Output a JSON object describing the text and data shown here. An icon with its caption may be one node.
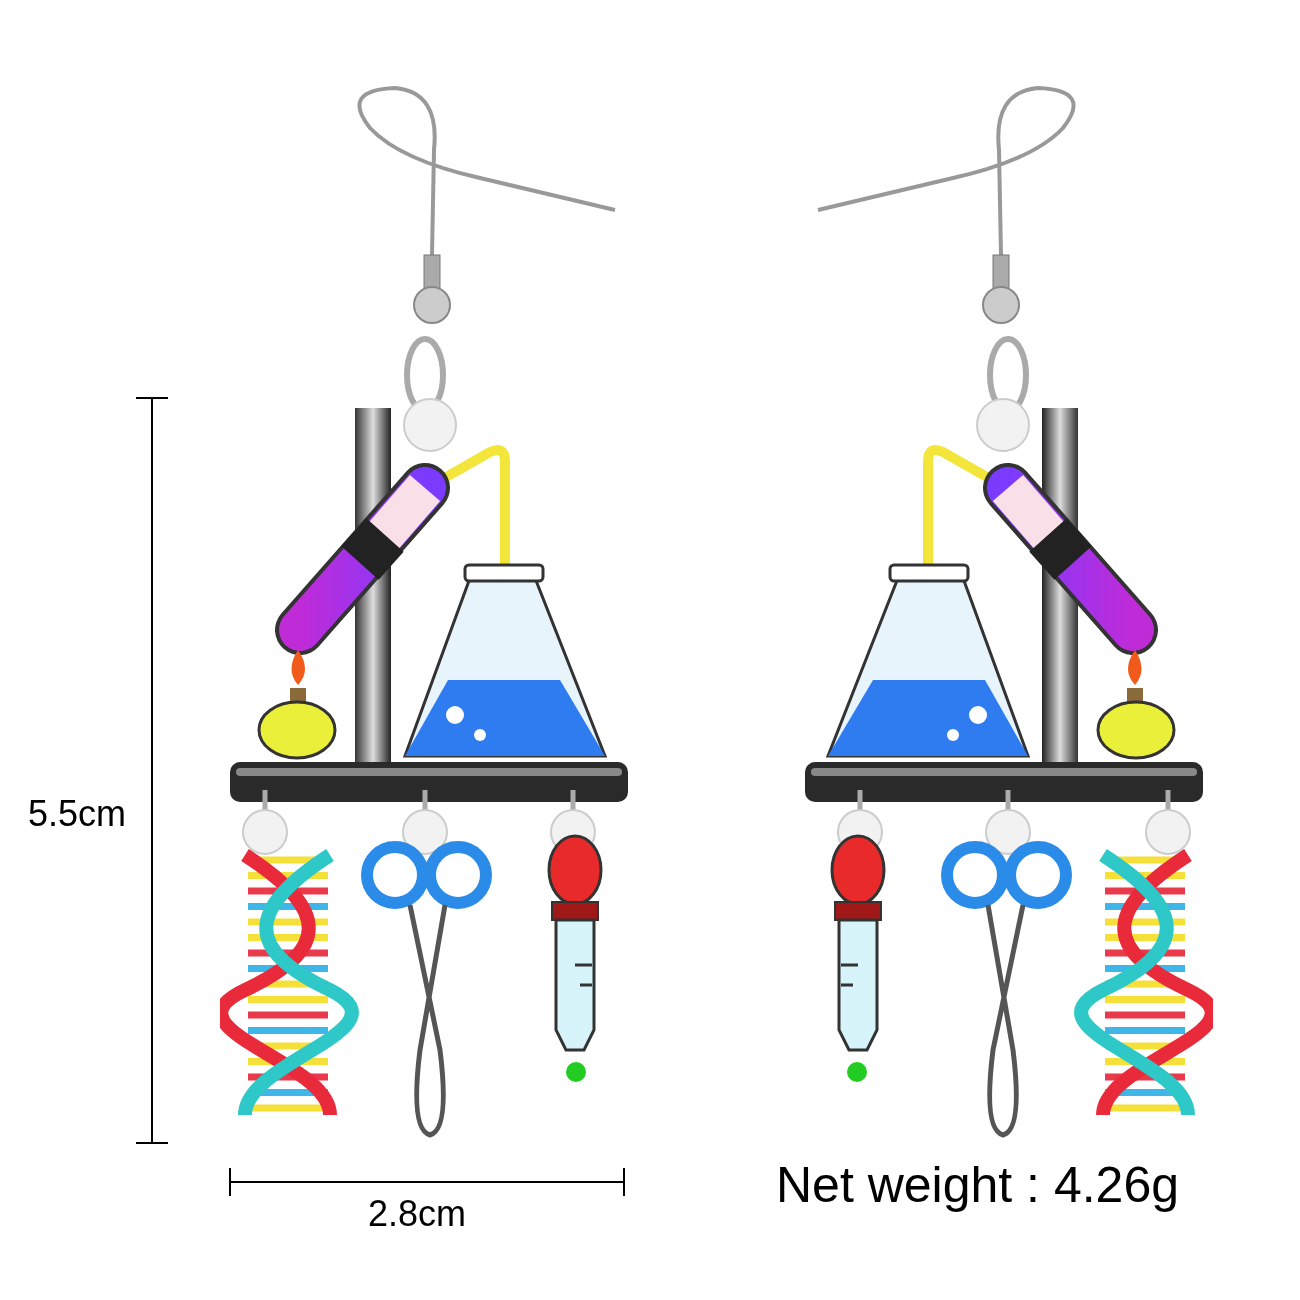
{
  "diagram": {
    "labels": [
      "5.5cm",
      "2.8cm",
      "Net weight : 4.26g"
    ]
  }
}
